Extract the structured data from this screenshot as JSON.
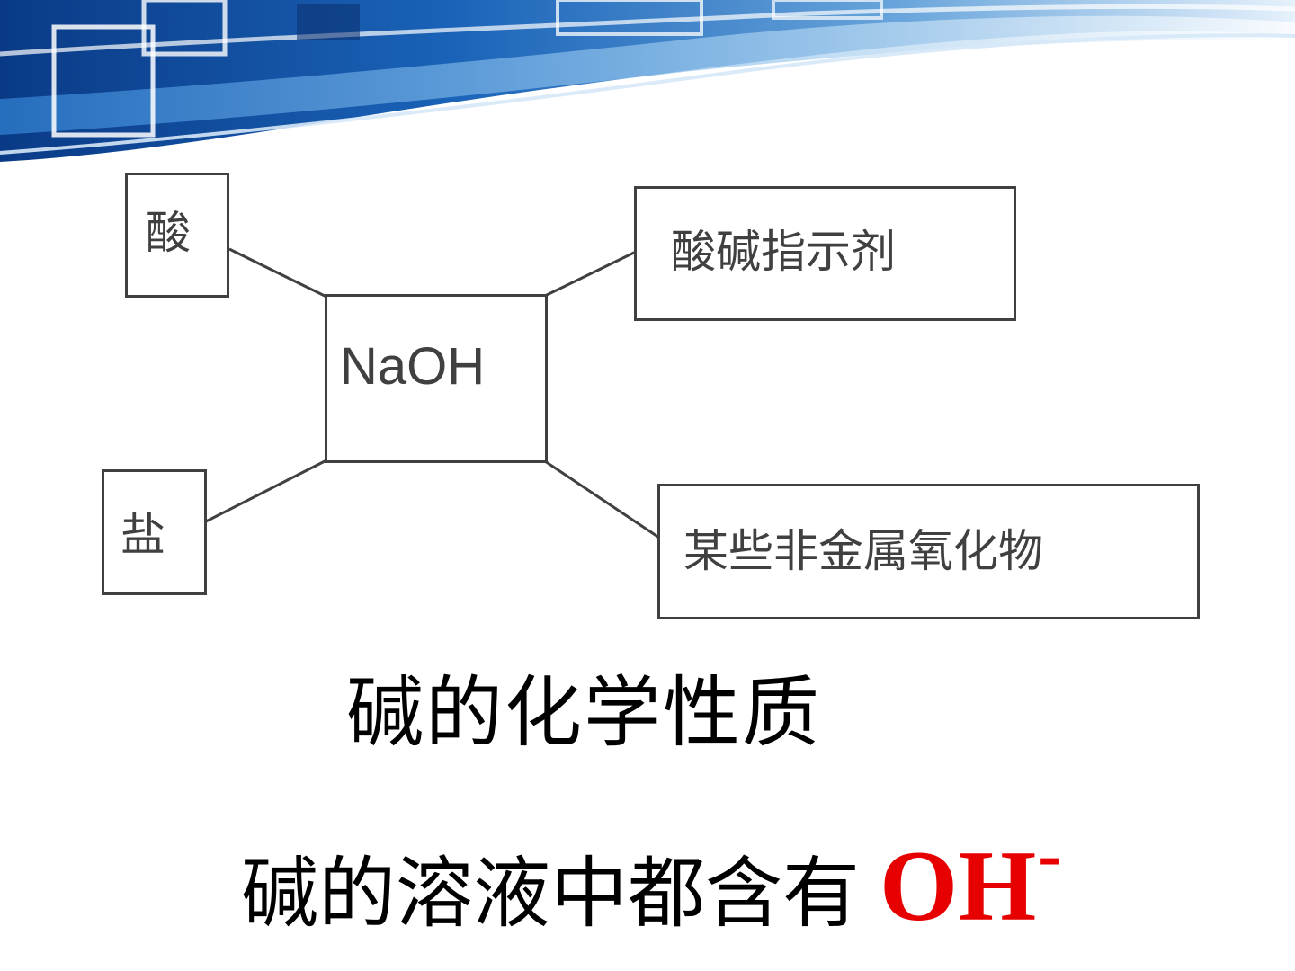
{
  "diagram": {
    "center": "NaOH",
    "acid": "酸",
    "salt": "盐",
    "indicator": "酸碱指示剂",
    "oxide": "某些非金属氧化物"
  },
  "title": "碱的化学性质",
  "conclusion": {
    "text": "碱的溶液中都含有",
    "ion": "OH",
    "ion_charge": "-"
  },
  "colors": {
    "box_border": "#404040",
    "text_main": "#000000",
    "ion": "#e60000",
    "banner_dark": "#0b3f8f",
    "banner_light": "#cfe3f5"
  }
}
